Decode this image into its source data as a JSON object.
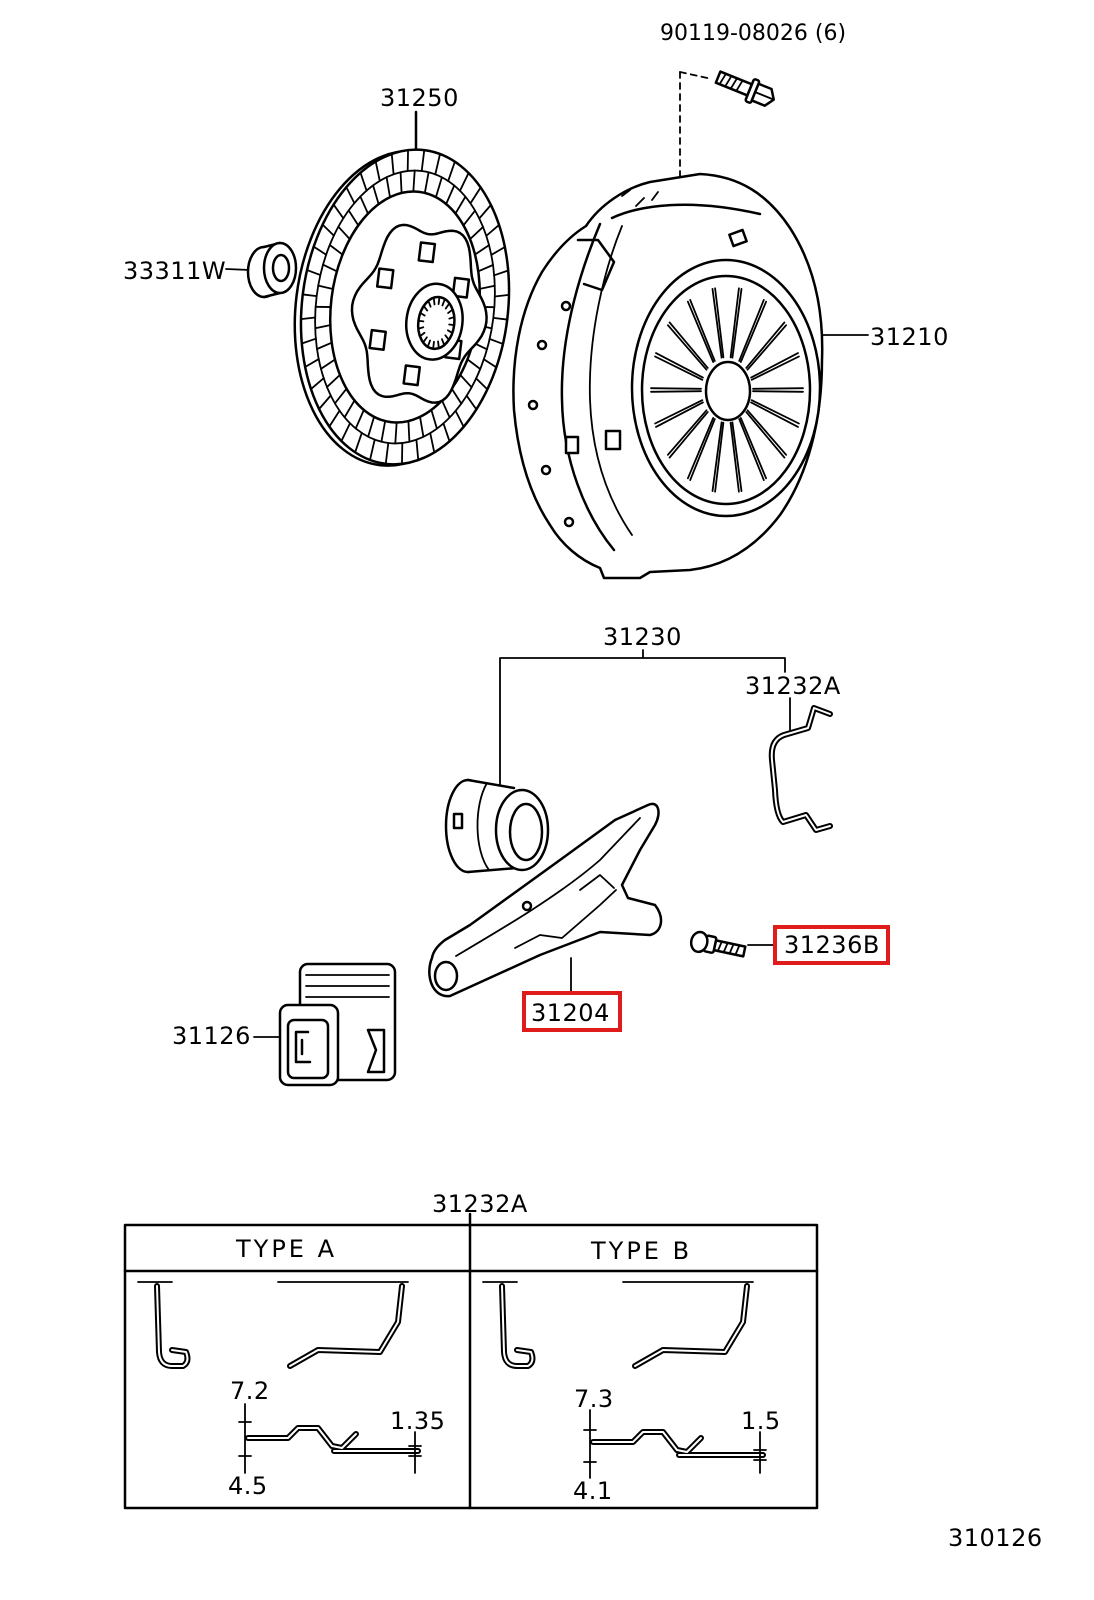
{
  "diagram": {
    "labels": {
      "bolt": "90119-08026 (6)",
      "clutch_disc": "31250",
      "pilot_bearing": "33311W",
      "clutch_cover": "31210",
      "release_bearing_assy": "31230",
      "release_clip": "31232A",
      "pivot": "31236B",
      "release_fork": "31204",
      "fork_boot": "31126"
    },
    "detail_table": {
      "title": "31232A",
      "type_a": {
        "label": "TYPE A",
        "dim_top": "7.2",
        "dim_right": "1.35",
        "dim_bottom": "4.5"
      },
      "type_b": {
        "label": "TYPE B",
        "dim_top": "7.3",
        "dim_right": "1.5",
        "dim_bottom": "4.1"
      }
    },
    "illustration_number": "310126"
  },
  "colors": {
    "ink": "#000000",
    "paper": "#ffffff",
    "highlight": "#e01b1b"
  }
}
